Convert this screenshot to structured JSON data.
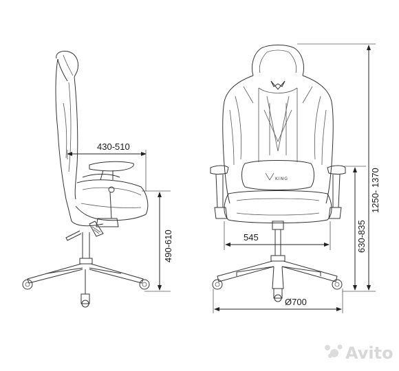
{
  "dimensions": {
    "seat_depth": "430-510",
    "seat_height": "490-610",
    "seat_width": "545",
    "armrest_height": "630-835",
    "total_height": "1250- 1370",
    "base_diameter": "Ø700"
  },
  "logo": {
    "text": "KING"
  },
  "watermark": {
    "text": "Avito"
  },
  "colors": {
    "line": "#333333",
    "watermark": "#d8d8d8",
    "background": "#ffffff"
  }
}
